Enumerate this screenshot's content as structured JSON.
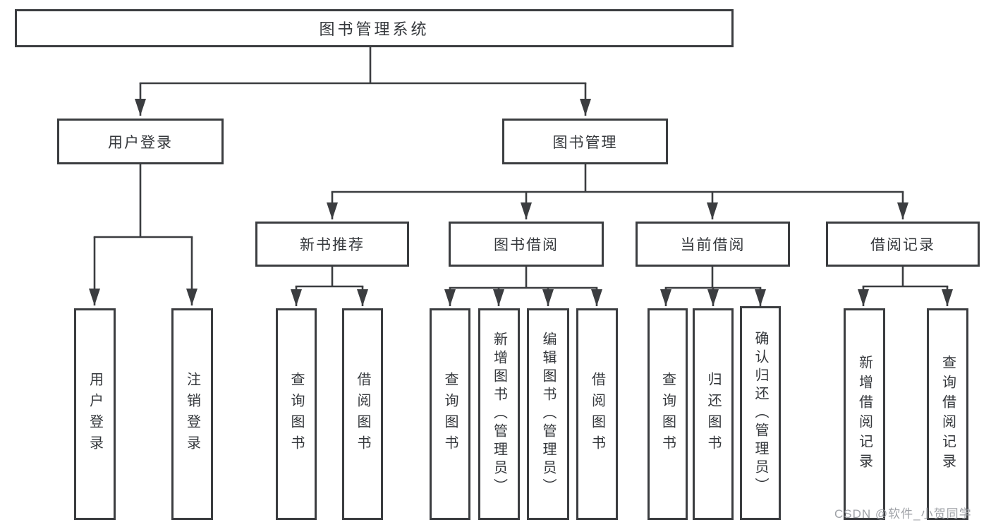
{
  "diagram": {
    "type": "function-structure-tree",
    "tree": {
      "label": "图书管理系统",
      "children": [
        {
          "label": "用户登录",
          "children": [
            {
              "label": "用户登录"
            },
            {
              "label": "注销登录"
            }
          ]
        },
        {
          "label": "图书管理",
          "children": [
            {
              "label": "新书推荐",
              "children": [
                {
                  "label": "查询图书"
                },
                {
                  "label": "借阅图书"
                }
              ]
            },
            {
              "label": "图书借阅",
              "children": [
                {
                  "label": "查询图书"
                },
                {
                  "label": "新增图书（管理员）"
                },
                {
                  "label": "编辑图书（管理员）"
                },
                {
                  "label": "借阅图书"
                }
              ]
            },
            {
              "label": "当前借阅",
              "children": [
                {
                  "label": "查询图书"
                },
                {
                  "label": "归还图书"
                },
                {
                  "label": "确认归还（管理员）"
                }
              ]
            },
            {
              "label": "借阅记录",
              "children": [
                {
                  "label": "新增借阅记录"
                },
                {
                  "label": "查询借阅记录"
                }
              ]
            }
          ]
        }
      ]
    }
  },
  "watermark": {
    "text": "CSDN @软件_小贺同学"
  },
  "colors": {
    "line": "#3b3d40",
    "box_border": "#3b3d40",
    "text": "#35383c",
    "watermark": "#9a9da2",
    "background": "#ffffff"
  }
}
